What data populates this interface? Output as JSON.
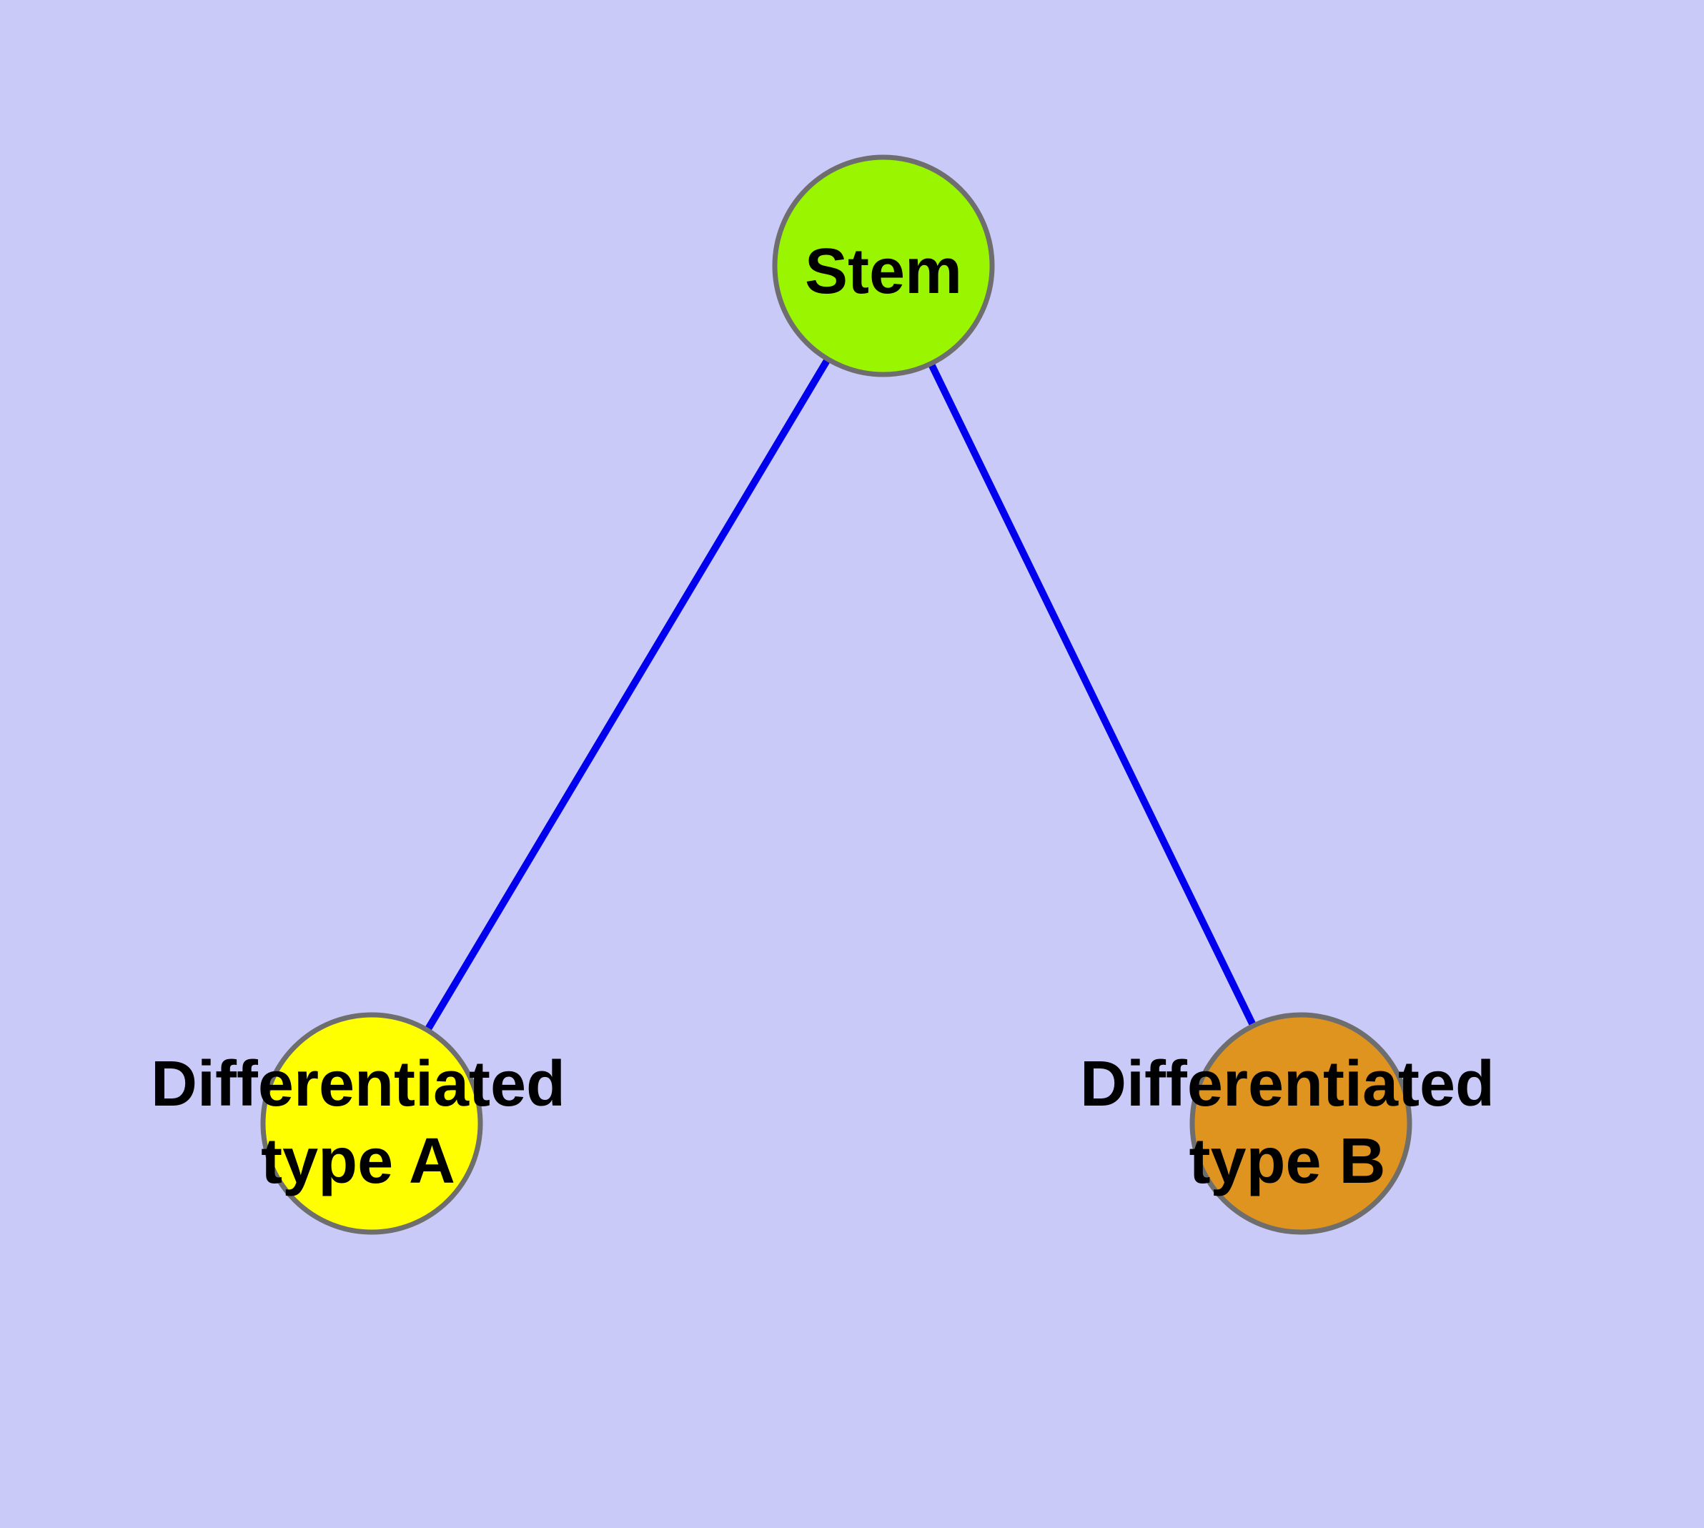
{
  "diagram": {
    "background_color": "#cacaf8",
    "edge_color": "#0000ee",
    "node_border_color": "#6e6e6e",
    "label_color": "#000000",
    "nodes": {
      "stem": {
        "label": "Stem",
        "fill": "#99f500"
      },
      "type_a": {
        "label_line1": "Differentiated",
        "label_line2": "type A",
        "fill": "#ffff00"
      },
      "type_b": {
        "label_line1": "Differentiated",
        "label_line2": "type B",
        "fill": "#e09420"
      }
    },
    "edges": [
      {
        "from": "Stem",
        "to": "Differentiated type A"
      },
      {
        "from": "Stem",
        "to": "Differentiated type B"
      }
    ]
  }
}
